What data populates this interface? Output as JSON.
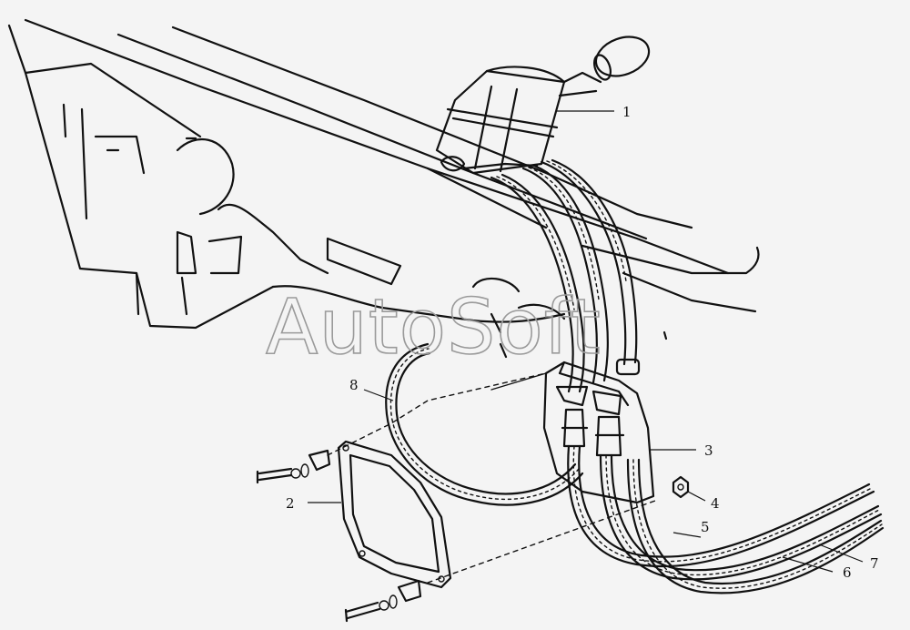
{
  "watermark": "AutoSoft",
  "callouts": {
    "c1": "1",
    "c2": "2",
    "c3": "3",
    "c4": "4",
    "c5": "5",
    "c6": "6",
    "c7": "7",
    "c8": "8"
  },
  "colors": {
    "line": "#111111",
    "background": "#f4f4f4",
    "watermark": "#9a9a9a"
  }
}
